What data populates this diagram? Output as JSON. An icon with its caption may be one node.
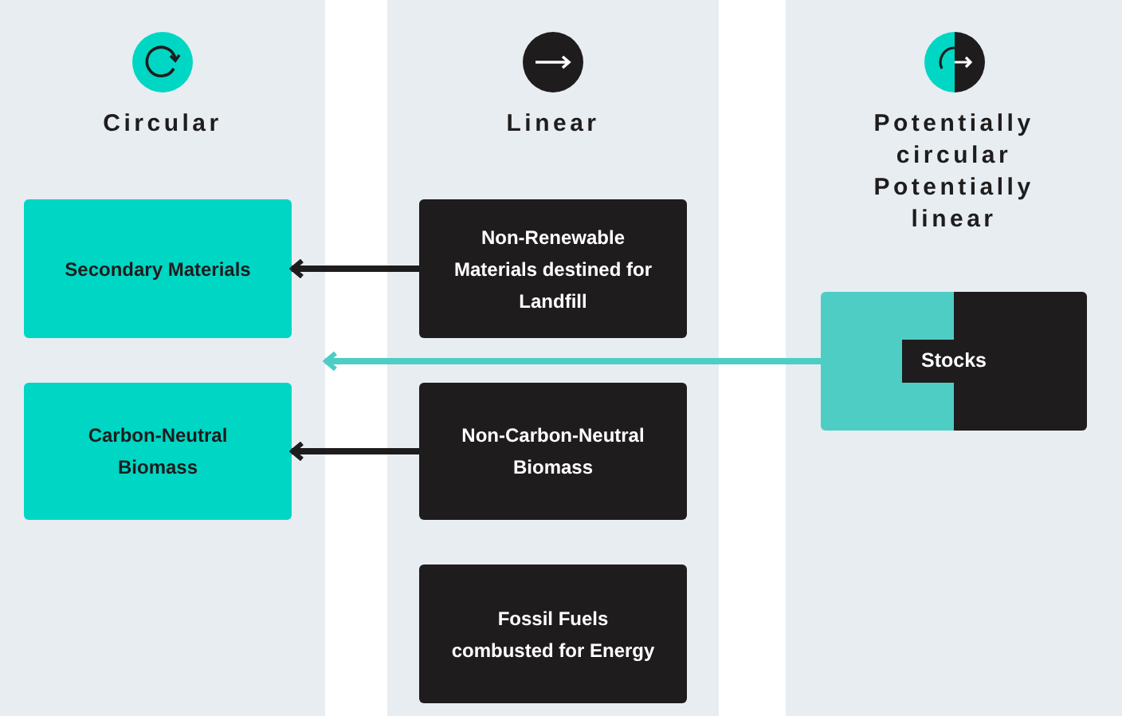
{
  "diagram": {
    "nodes": [
      {
        "text": [
          "Circular"
        ]
      },
      {
        "text": [
          "Secondary Materials"
        ],
        "in": 0
      },
      {
        "text": [
          "Carbon-Neutral Biomass"
        ],
        "in": 0
      },
      {
        "text": [
          "Linear"
        ]
      },
      {
        "text": [
          "Non-Renewable Materials destined for Landfill"
        ],
        "in": 3
      },
      {
        "text": [
          "Non-Carbon-Neutral Biomass"
        ],
        "in": 3
      },
      {
        "text": [
          "Fossil Fuels combusted for Energy"
        ],
        "in": 3
      },
      {
        "text": [
          "Potentially circular",
          "Potentially linear"
        ]
      },
      {
        "text": [
          "Stocks"
        ],
        "in": 7
      }
    ],
    "edges": [
      {
        "from": 4,
        "to": 1,
        "arrow": "to"
      },
      {
        "from": 5,
        "to": 2,
        "arrow": "to"
      },
      {
        "from": 8,
        "to": 0,
        "arrow": "to",
        "color": "#4ecdc4"
      }
    ]
  }
}
